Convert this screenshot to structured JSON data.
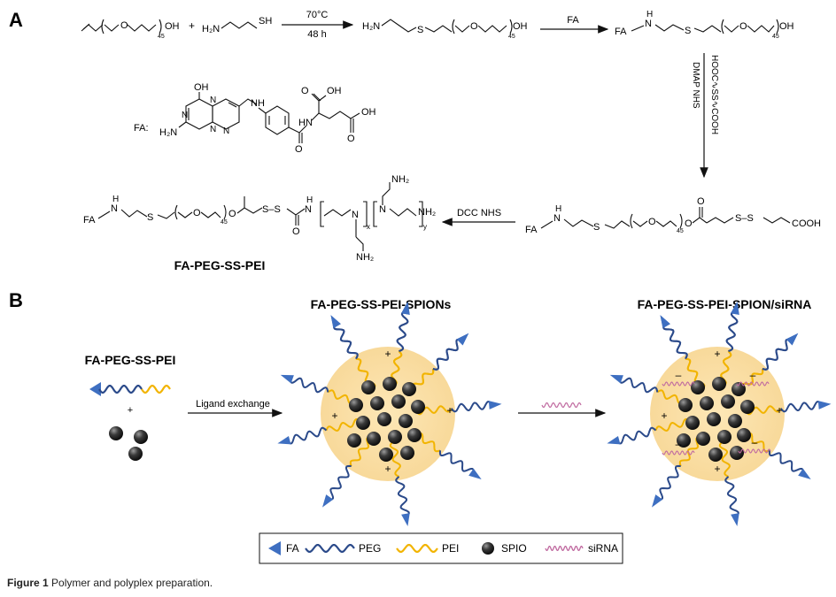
{
  "panel_a": {
    "label": "A",
    "reagent_allyl_peg": {
      "oh": "OH",
      "sub": "45"
    },
    "plus": "+",
    "reagent_amine": {
      "nh2": "H₂N",
      "sh": "SH"
    },
    "step1": {
      "above": "70°C",
      "below": "48 h"
    },
    "product1": {
      "nh2": "H₂N",
      "s": "S",
      "oh": "OH",
      "sub": "45"
    },
    "step2": {
      "above": "FA"
    },
    "product2": {
      "fa": "FA",
      "h": "H",
      "n": "N",
      "s": "S",
      "oh": "OH",
      "sub": "45"
    },
    "step3": {
      "reagent": "HOOC∿SS∿COOH",
      "conditions": "DMAP NHS"
    },
    "fa_structure": {
      "prefix": "FA:",
      "oh": "OH",
      "nh": "NH",
      "h2n": "H₂N",
      "n": "N",
      "cooh_top": "OH",
      "cooh_side": "OH",
      "o1": "O",
      "o2": "O",
      "hn": "HN"
    },
    "product3": {
      "fa": "FA",
      "h": "H",
      "n": "N",
      "s": "S",
      "o": "O",
      "sub": "45",
      "ss": "S–S",
      "cooh": "COOH"
    },
    "step4": {
      "above": "DCC NHS"
    },
    "product4": {
      "fa": "FA",
      "h": "H",
      "n": "N",
      "s": "S",
      "o": "O",
      "sub": "45",
      "ss": "S–S",
      "nh2_top": "NH₂",
      "nh2_bottom": "NH₂",
      "nh2_end": "NH₂",
      "x": "x",
      "y": "y",
      "h_amide": "H"
    },
    "product4_name": "FA-PEG-SS-PEI"
  },
  "panel_b": {
    "label": "B",
    "left_title": "FA-PEG-SS-PEI",
    "plus": "+",
    "arrow1_label": "Ligand exchange",
    "middle_title": "FA-PEG-SS-PEI-SPIONs",
    "right_title": "FA-PEG-SS-PEI-SPION/siRNA",
    "charge_plus": "+",
    "charge_minus": "–"
  },
  "legend": [
    {
      "icon": "fa-triangle-icon",
      "label": "FA"
    },
    {
      "icon": "peg-wave-icon",
      "label": "PEG"
    },
    {
      "icon": "pei-wave-icon",
      "label": "PEI"
    },
    {
      "icon": "spio-sphere-icon",
      "label": "SPIO"
    },
    {
      "icon": "sirna-wave-icon",
      "label": "siRNA"
    }
  ],
  "colors": {
    "peg": "#2b4a8a",
    "pei": "#f2b400",
    "fa": "#3e6fc1",
    "sirna": "#c06aa0",
    "halo": "#fbe2a8"
  },
  "caption": {
    "bold": "Figure 1",
    "text": " Polymer and polyplex preparation."
  }
}
